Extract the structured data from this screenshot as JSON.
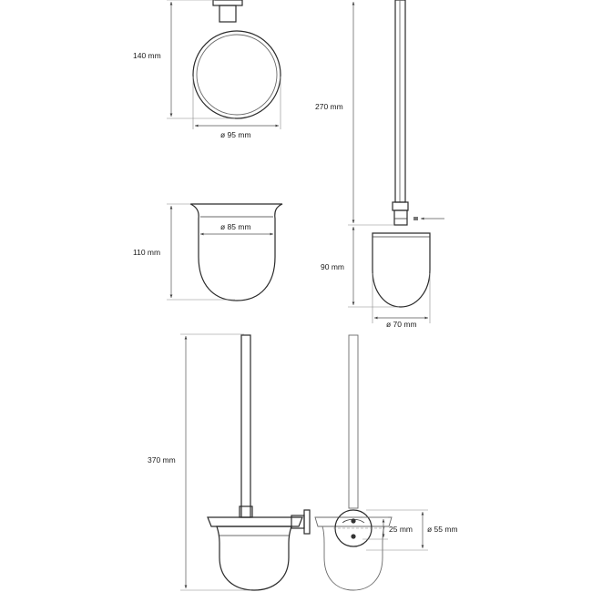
{
  "diagram": {
    "labels": {
      "ring_height": "140 mm",
      "ring_diameter": "ø 95 mm",
      "cup_height": "110 mm",
      "cup_diameter": "ø 85 mm",
      "brush_handle": "270 mm",
      "brush_head_height": "90 mm",
      "brush_head_diameter": "ø 70 mm",
      "total_height": "370 mm",
      "mount_height": "25 mm",
      "mount_diameter": "ø 55 mm"
    }
  }
}
